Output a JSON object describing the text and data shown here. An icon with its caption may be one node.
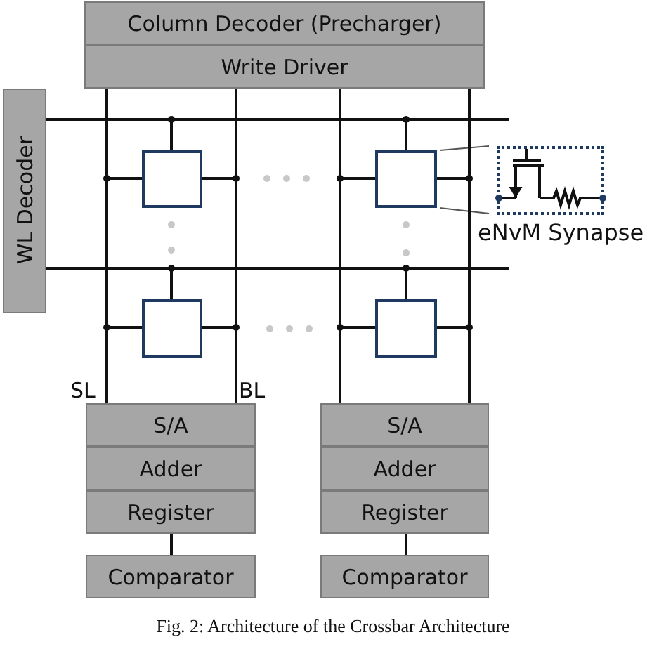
{
  "diagram": {
    "caption": "Fig. 2: Architecture of the Crossbar Architecture",
    "nodes": [
      {
        "text": [
          "Column Decoder (Precharger)"
        ]
      },
      {
        "text": [
          "Write Driver"
        ]
      },
      {
        "text": [
          "WL Decoder"
        ]
      },
      {
        "text": [],
        "shape": "box"
      },
      {
        "text": [],
        "shape": "box"
      },
      {
        "text": [],
        "shape": "box"
      },
      {
        "text": [],
        "shape": "box"
      },
      {
        "text": [],
        "shape": "picture",
        "beside": [
          "eNvM Synapse"
        ]
      },
      {
        "text": [
          "S/A"
        ]
      },
      {
        "text": [
          "Adder"
        ]
      },
      {
        "text": [
          "Register"
        ]
      },
      {
        "text": [
          "Comparator"
        ]
      },
      {
        "text": [
          "S/A"
        ]
      },
      {
        "text": [
          "Adder"
        ]
      },
      {
        "text": [
          "Register"
        ]
      },
      {
        "text": [
          "Comparator"
        ]
      }
    ],
    "edges": [
      {
        "from": 4,
        "to": 7,
        "arrow": "none"
      },
      {
        "from": 4,
        "to": 7,
        "arrow": "none"
      },
      {
        "from": 1,
        "to": 8,
        "arrow": "none"
      },
      {
        "from": 1,
        "to": 8,
        "arrow": "none"
      },
      {
        "from": 1,
        "to": 12,
        "arrow": "none"
      },
      {
        "from": 1,
        "to": 12,
        "arrow": "none"
      },
      {
        "from": 2,
        "to": null,
        "arrow": "none"
      },
      {
        "from": 2,
        "to": null,
        "arrow": "none"
      },
      {
        "from": 10,
        "to": 11,
        "arrow": "none"
      },
      {
        "from": 14,
        "to": 15,
        "arrow": "none"
      },
      {
        "from": 2,
        "to": 3,
        "arrow": "none"
      },
      {
        "from": 1,
        "to": 3,
        "arrow": "none"
      },
      {
        "from": 3,
        "to": 8,
        "arrow": "none"
      },
      {
        "from": 2,
        "to": 4,
        "arrow": "none"
      },
      {
        "from": 1,
        "to": 4,
        "arrow": "none"
      },
      {
        "from": 4,
        "to": 12,
        "arrow": "none"
      },
      {
        "from": 2,
        "to": 5,
        "arrow": "none"
      },
      {
        "from": 1,
        "to": 5,
        "arrow": "none"
      },
      {
        "from": 5,
        "to": 8,
        "arrow": "none"
      },
      {
        "from": 2,
        "to": 6,
        "arrow": "none"
      },
      {
        "from": 1,
        "to": 6,
        "arrow": "none"
      },
      {
        "from": 6,
        "to": 12,
        "arrow": "none"
      }
    ],
    "labels": [
      "SL",
      "BL"
    ]
  }
}
